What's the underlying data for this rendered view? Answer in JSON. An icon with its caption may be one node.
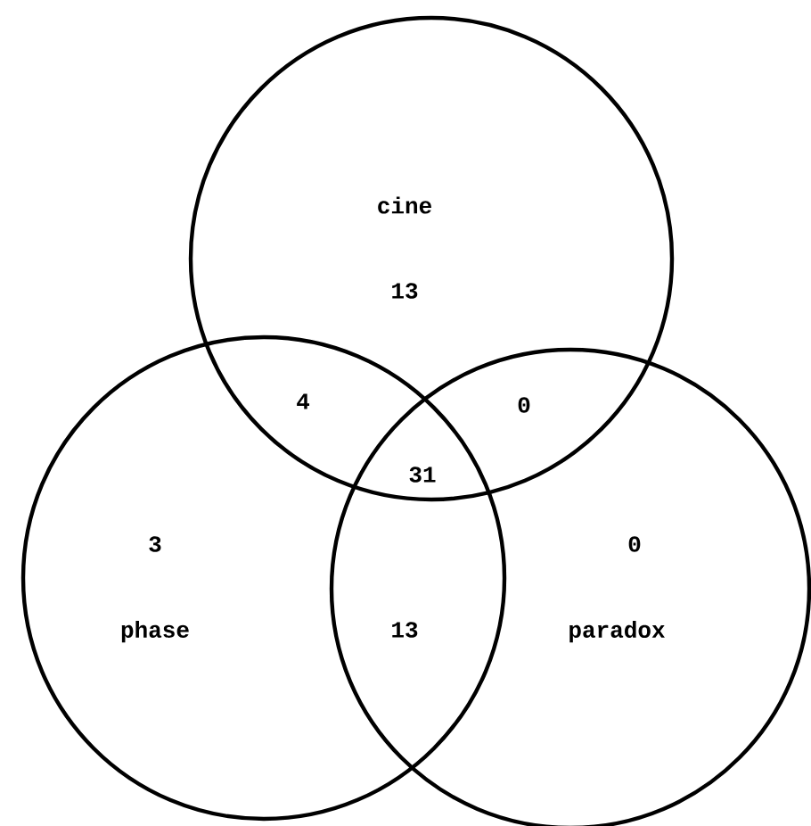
{
  "diagram": {
    "nodes": [
      {
        "text": [
          "cine"
        ]
      },
      {
        "text": [
          "phase"
        ]
      },
      {
        "text": [
          "paradox"
        ]
      }
    ],
    "labels": [
      "13",
      "4",
      "0",
      "31",
      "3",
      "13",
      "0"
    ]
  }
}
